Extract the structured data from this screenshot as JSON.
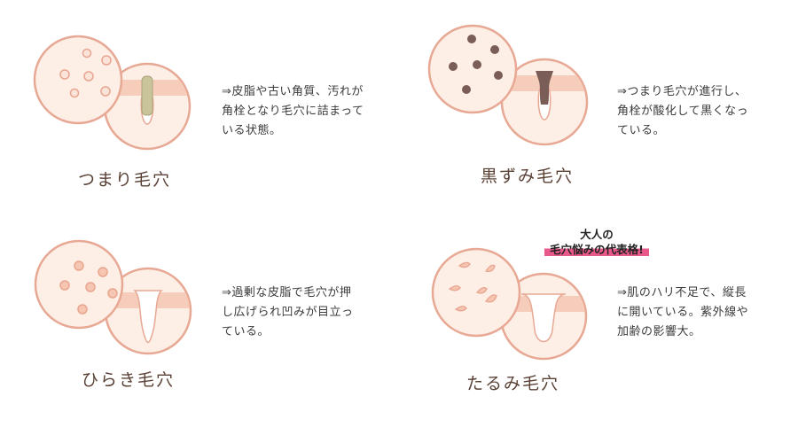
{
  "colors": {
    "skin": "#fdeee6",
    "skin_outline": "#e7a894",
    "band": "#f6cdbb",
    "dot_fill": "#fbe5da",
    "dot_stroke": "#e8a58f",
    "plug": "#c9c49a",
    "dark_spot": "#7a5d57",
    "title_text": "#5a4136",
    "badge_highlight": "#e8588a"
  },
  "panels": [
    {
      "id": "tsumari",
      "title": "つまり毛穴",
      "desc": [
        "⇒皮脂や古い角質、汚れが",
        "角栓となり毛穴に詰まって",
        "いる状態。"
      ]
    },
    {
      "id": "kurozumi",
      "title": "黒ずみ毛穴",
      "desc": [
        "⇒つまり毛穴が進行し、",
        "角栓が酸化して黒くなっ",
        "ている。"
      ]
    },
    {
      "id": "hiraki",
      "title": "ひらき毛穴",
      "desc": [
        "⇒過剰な皮脂で毛穴が押",
        "し広げられ凹みが目立っ",
        "ている。"
      ]
    },
    {
      "id": "tarumi",
      "title": "たるみ毛穴",
      "desc": [
        "⇒肌のハリ不足で、縦長",
        "に開いている。紫外線や",
        "加齢の影響大。"
      ]
    }
  ],
  "badge": {
    "line1": "大人の",
    "line2": "毛穴悩みの代表格!"
  }
}
